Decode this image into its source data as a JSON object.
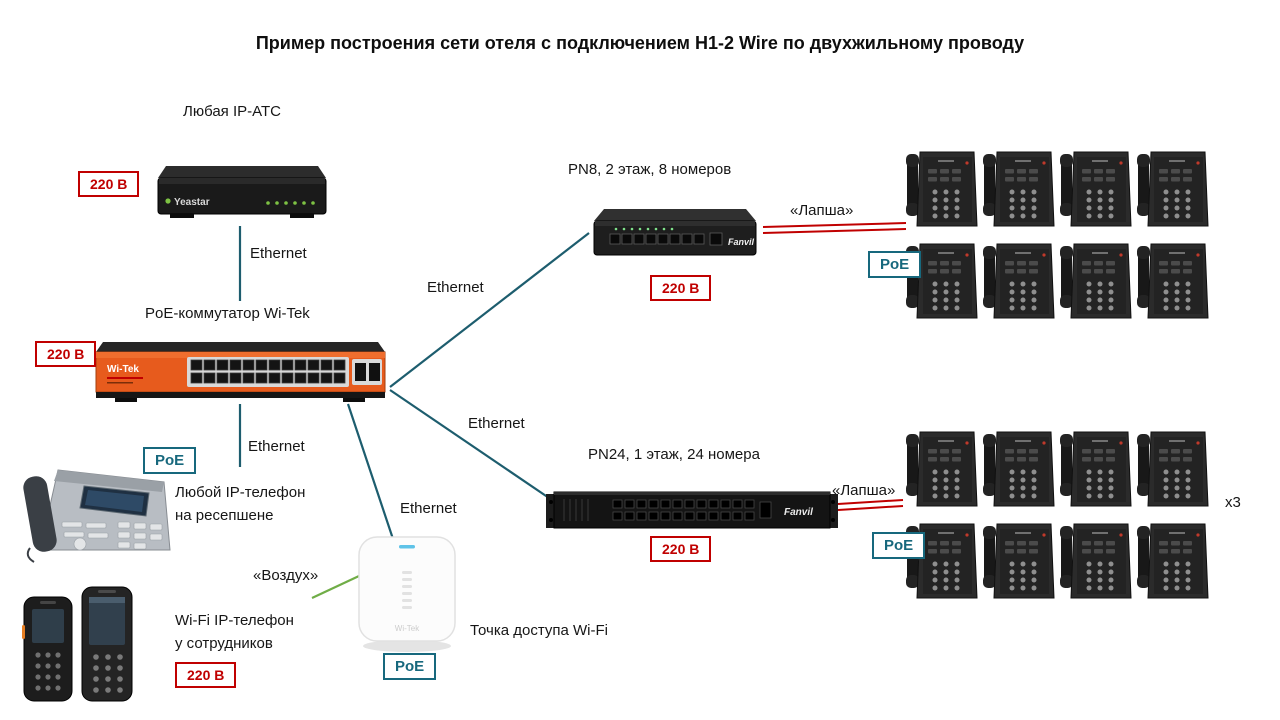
{
  "title": "Пример построения сети отеля с подключением H1-2 Wire по двухжильному проводу",
  "badges": {
    "power": "220 В",
    "poe": "PoE"
  },
  "links": {
    "ethernet": "Ethernet",
    "twisted_pair": "«Лапша»",
    "air": "«Воздух»"
  },
  "devices": {
    "pbx": {
      "label": "Любая IP-АТС",
      "brand": "Yeastar"
    },
    "core_switch": {
      "label": "PoE-коммутатор Wi-Tek",
      "brand": "Wi-Tek"
    },
    "pn8": {
      "label": "PN8, 2 этаж, 8 номеров",
      "brand": "Fanvil"
    },
    "pn24": {
      "label": "PN24, 1 этаж, 24 номера",
      "brand": "Fanvil"
    },
    "reception_phone": {
      "label_line1": "Любой IP-телефон",
      "label_line2": "на ресепшене"
    },
    "wifi_phone": {
      "label_line1": "Wi-Fi IP-телефон",
      "label_line2": "у сотрудников"
    },
    "access_point": {
      "label": "Точка доступа Wi-Fi",
      "brand": "Wi-Tek"
    }
  },
  "annotations": {
    "multiplier": "x3"
  },
  "phone_groups": {
    "floor2": 8,
    "floor1": 8
  },
  "colors": {
    "ethernet_line": "#1d5d6e",
    "power": "#c00000",
    "poe": "#17687d",
    "twisted_pair_line": "#c00000",
    "air_line": "#70ad47",
    "core_switch_body": "#e75b1d"
  }
}
